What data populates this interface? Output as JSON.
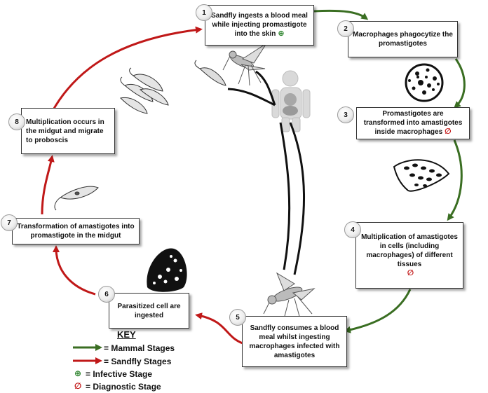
{
  "colors": {
    "mammal_arrow": "#3a6e22",
    "sandfly_arrow": "#c01818",
    "infective_symbol": "#1e7b1e",
    "diagnostic_symbol": "#c01010"
  },
  "steps": [
    {
      "number": "1",
      "text": "Sandfly ingests a blood meal while injecting promastigote into the skin",
      "symbol": "infective"
    },
    {
      "number": "2",
      "text": "Macrophages phagocytize the promastigotes",
      "symbol": ""
    },
    {
      "number": "3",
      "text": "Promastigotes are transformed into amastigotes inside macrophages",
      "symbol": "diagnostic"
    },
    {
      "number": "4",
      "text": "Multiplication of amastigotes in cells (including macrophages) of different tissues",
      "symbol": "diagnostic"
    },
    {
      "number": "5",
      "text": "Sandfly consumes a blood meal whilst ingesting macrophages infected with amastigotes",
      "symbol": ""
    },
    {
      "number": "6",
      "text": "Parasitized cell are ingested",
      "symbol": ""
    },
    {
      "number": "7",
      "text": "Transformation of amastigotes into promastigote in the midgut",
      "symbol": ""
    },
    {
      "number": "8",
      "text": "Multiplication occurs in the midgut and migrate to proboscis",
      "symbol": ""
    }
  ],
  "symbols": {
    "infective": "⊕",
    "diagnostic": "∅"
  },
  "key": {
    "title": "KEY",
    "items": [
      {
        "label": "= Mammal Stages",
        "kind": "mammal-arrow"
      },
      {
        "label": "= Sandfly Stages",
        "kind": "sandfly-arrow"
      },
      {
        "label": "= Infective Stage",
        "kind": "infective-symbol"
      },
      {
        "label": "= Diagnostic Stage",
        "kind": "diagnostic-symbol"
      }
    ]
  },
  "icons": [
    "sandfly-icon",
    "human-body-icon",
    "promastigote-icon",
    "macrophage-icon",
    "amastigote-cell-icon",
    "parasitized-cell-icon"
  ]
}
